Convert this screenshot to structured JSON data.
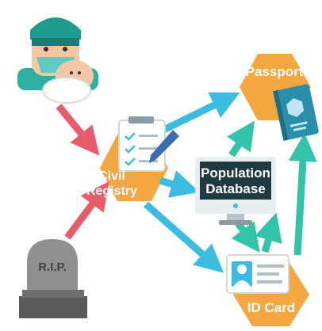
{
  "labels": {
    "civil_registry_line1": "Civil",
    "civil_registry_line2": "Registry",
    "passport": "Passport",
    "population_line1": "Population",
    "population_line2": "Database",
    "id_card": "ID Card",
    "tombstone": "R.I.P."
  },
  "colors": {
    "hex_orange": "#F4A640",
    "arrow_red": "#E85B6A",
    "arrow_blue": "#3BBCE0",
    "arrow_teal": "#33C3A8",
    "monitor_dark": "#1F3A40",
    "passport_blue": "#2A8FA8"
  },
  "icons": [
    "doctor-with-baby-icon",
    "tombstone-icon",
    "form-with-pen-icon",
    "passport-icon",
    "computer-monitor-icon",
    "id-card-icon"
  ]
}
